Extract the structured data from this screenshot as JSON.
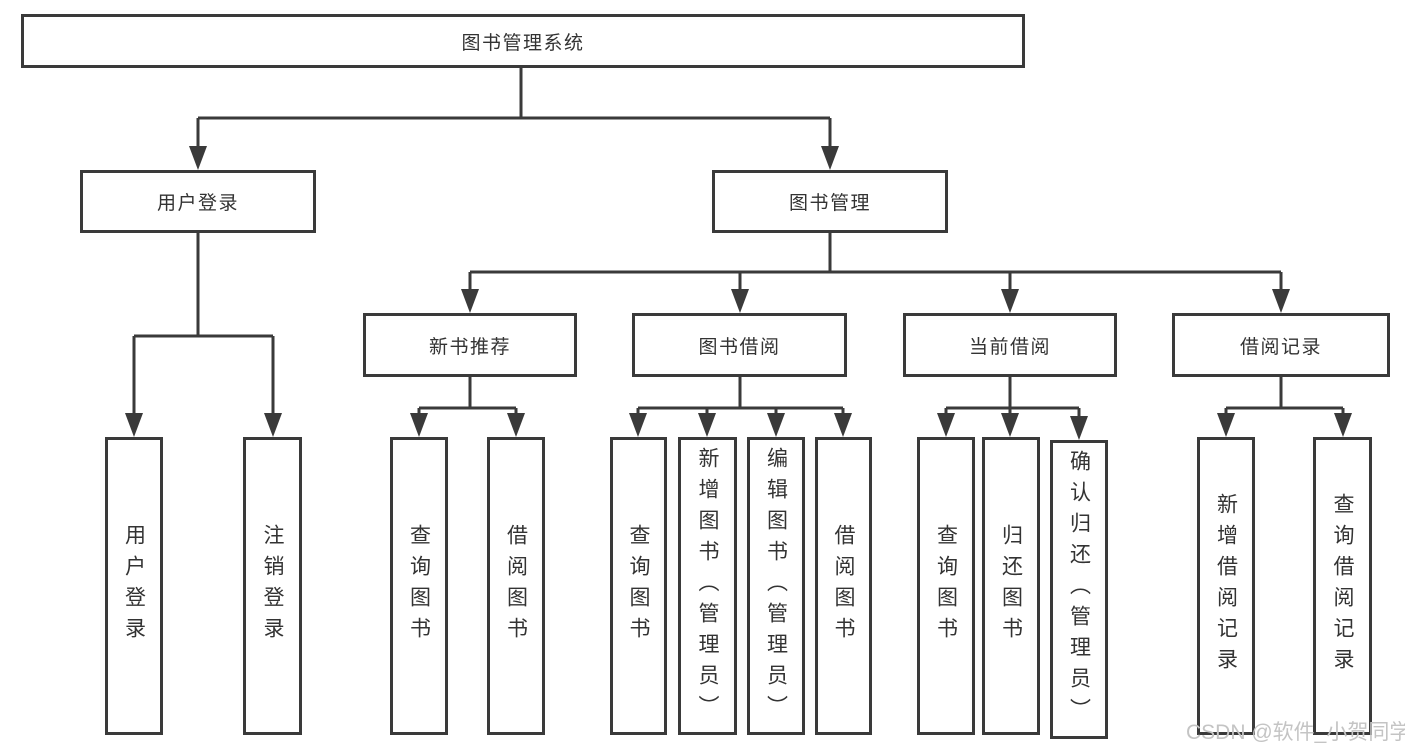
{
  "tree": {
    "root": {
      "label": "图书管理系统"
    },
    "branches": [
      {
        "label": "用户登录",
        "children": [
          {
            "label": "用户登录"
          },
          {
            "label": "注销登录"
          }
        ]
      },
      {
        "label": "图书管理",
        "children": [
          {
            "label": "新书推荐",
            "children": [
              {
                "label": "查询图书"
              },
              {
                "label": "借阅图书"
              }
            ]
          },
          {
            "label": "图书借阅",
            "children": [
              {
                "label": "查询图书"
              },
              {
                "label": "新增图书（管理员）"
              },
              {
                "label": "编辑图书（管理员）"
              },
              {
                "label": "借阅图书"
              }
            ]
          },
          {
            "label": "当前借阅",
            "children": [
              {
                "label": "查询图书"
              },
              {
                "label": "归还图书"
              },
              {
                "label": "确认归还（管理员）"
              }
            ]
          },
          {
            "label": "借阅记录",
            "children": [
              {
                "label": "新增借阅记录"
              },
              {
                "label": "查询借阅记录"
              }
            ]
          }
        ]
      }
    ]
  },
  "watermark": {
    "text": "CSDN @软件_小贺同学"
  },
  "colors": {
    "line": "#3a3a3a",
    "text": "#333333",
    "watermark": "#c4c4c4",
    "background": "#ffffff"
  }
}
